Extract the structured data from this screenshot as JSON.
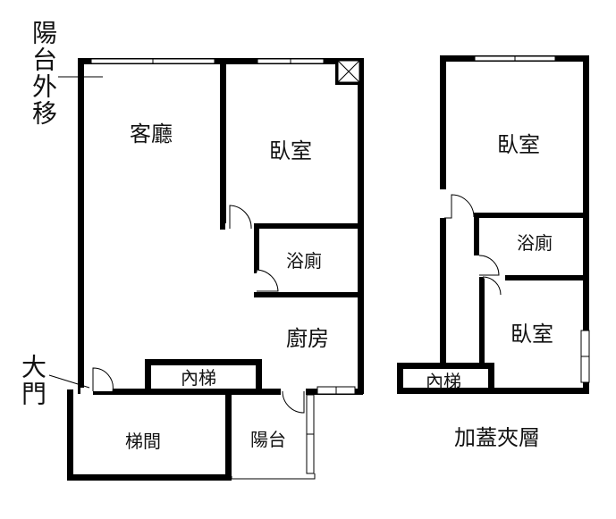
{
  "notes": {
    "balcony_moved_out": "陽台外移",
    "main_door": "大門"
  },
  "main_floor": {
    "rooms": {
      "living_room": "客廳",
      "bedroom": "臥室",
      "bathroom": "浴廁",
      "kitchen": "廚房",
      "inner_stair": "內梯",
      "stairwell": "梯間",
      "balcony": "陽台"
    }
  },
  "mezzanine": {
    "title": "加蓋夾層",
    "rooms": {
      "bedroom_top": "臥室",
      "bathroom": "浴廁",
      "bedroom_bottom": "臥室",
      "inner_stair": "內梯"
    }
  },
  "colors": {
    "wall": "#000000",
    "background": "#ffffff"
  }
}
